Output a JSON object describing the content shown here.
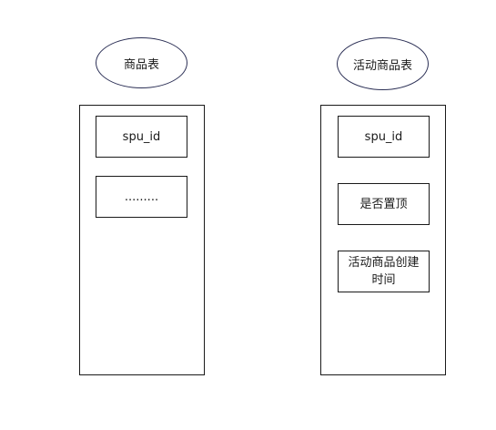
{
  "tables": [
    {
      "name": "商品表",
      "fields": [
        "spu_id",
        "........."
      ]
    },
    {
      "name": "活动商品表",
      "fields": [
        "spu_id",
        "是否置顶",
        "活动商品创建时间"
      ]
    }
  ],
  "colors": {
    "ellipse_border": "#2b2f55",
    "box_border": "#1a1a1a",
    "background": "#ffffff"
  }
}
